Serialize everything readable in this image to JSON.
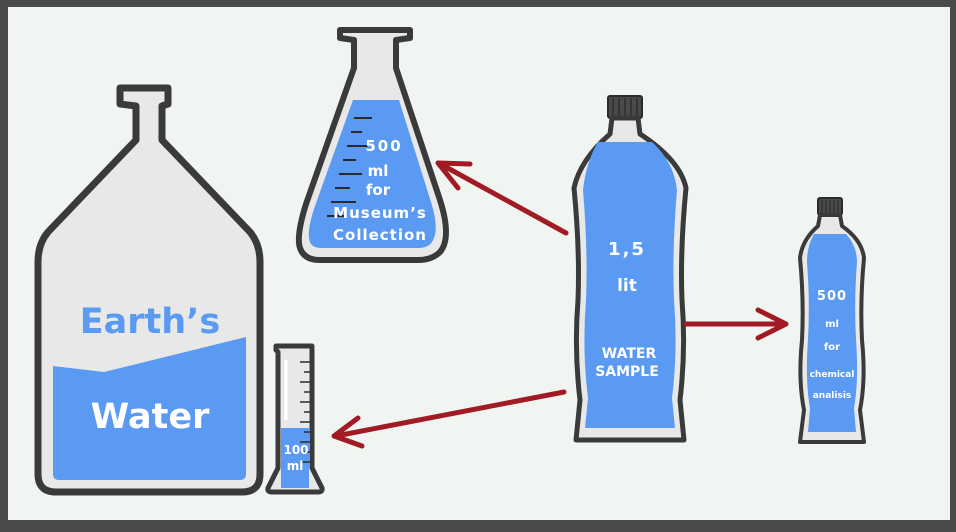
{
  "colors": {
    "frame": "#4a4a4a",
    "canvas": "#f1f5f2",
    "glass": "#e8e8e8",
    "outline": "#3a3a3a",
    "water": "#5b9af2",
    "label_light": "#ffffff",
    "label_blue": "#5b9af2",
    "arrow": "#a11a24"
  },
  "containers": {
    "big_bottle": {
      "line1": "Earth’s",
      "line2": "Water"
    },
    "flask": {
      "line1": "500",
      "line2": "ml",
      "line3": "for",
      "line4": "Museum’s",
      "line5": "Collection"
    },
    "sample_bottle": {
      "line1": "1,5",
      "line2": "lit",
      "line3": "WATER",
      "line4": "SAMPLE"
    },
    "small_bottle": {
      "line1": "500",
      "line2": "ml",
      "line3": "for",
      "line4": "chemical",
      "line5": "analisis"
    },
    "cylinder": {
      "line1": "100",
      "line2": "ml"
    }
  }
}
